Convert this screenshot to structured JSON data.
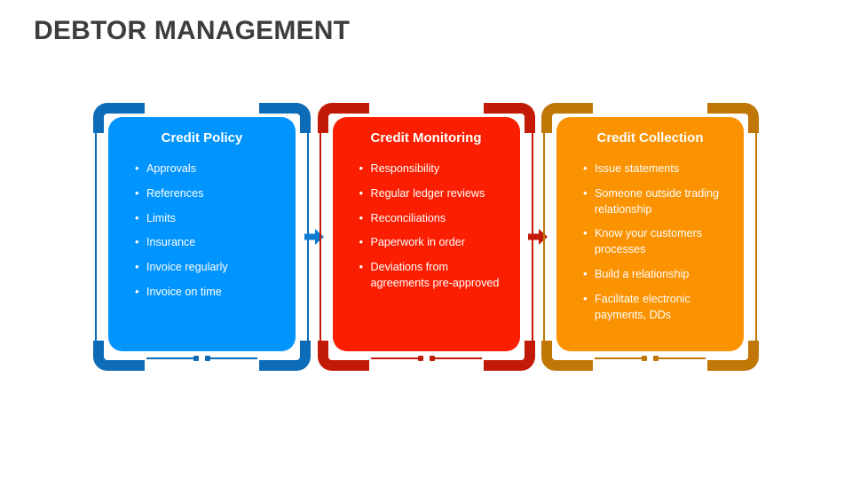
{
  "page": {
    "title": "DEBTOR MANAGEMENT",
    "background": "#ffffff",
    "title_color": "#3d3d3d"
  },
  "cards": [
    {
      "id": "credit-policy",
      "title": "Credit Policy",
      "fill_color": "#0094FF",
      "frame_color": "#0C6CB8",
      "bullets": [
        "Approvals",
        "References",
        "Limits",
        "Insurance",
        "Invoice regularly",
        "Invoice on time"
      ]
    },
    {
      "id": "credit-monitoring",
      "title": "Credit Monitoring",
      "fill_color": "#FC1E00",
      "frame_color": "#C21A06",
      "bullets": [
        "Responsibility",
        "Regular ledger reviews",
        "Reconciliations",
        "Paperwork in order",
        "Deviations from agreements pre-approved"
      ]
    },
    {
      "id": "credit-collection",
      "title": "Credit Collection",
      "fill_color": "#FB9200",
      "frame_color": "#C07706",
      "bullets": [
        "Issue statements",
        "Someone outside trading relationship",
        "Know your customers processes",
        "Build a relationship",
        "Facilitate electronic payments, DDs"
      ]
    }
  ],
  "arrows": [
    {
      "id": "arrow-policy-to-monitoring",
      "icon": "arrow-right-icon",
      "color": "#0C7BD4"
    },
    {
      "id": "arrow-monitoring-to-collection",
      "icon": "arrow-right-icon",
      "color": "#C21A06"
    }
  ]
}
